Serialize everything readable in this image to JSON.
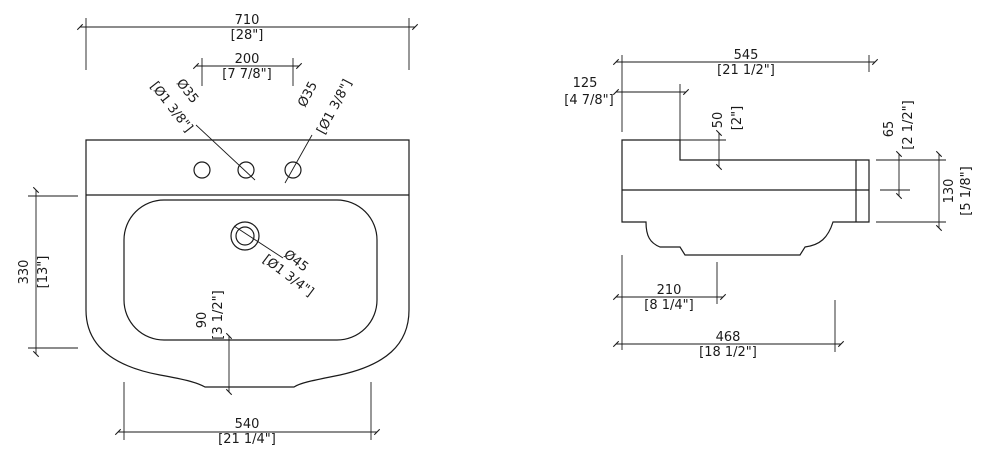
{
  "front": {
    "overall_width": {
      "mm": "710",
      "in": "[28\"]"
    },
    "tap_spacing": {
      "mm": "200",
      "in": "[7 7/8\"]"
    },
    "tap_hole_left": {
      "mm": "Ø35",
      "in": "[Ø1 3/8\"]"
    },
    "tap_hole_right": {
      "mm": "Ø35",
      "in": "[Ø1 3/8\"]"
    },
    "waste_hole": {
      "mm": "Ø45",
      "in": "[Ø1 3/4\"]"
    },
    "bowl_depth": {
      "mm": "330",
      "in": "[13\"]"
    },
    "front_lip": {
      "mm": "90",
      "in": "[3 1/2\"]"
    },
    "bowl_width": {
      "mm": "540",
      "in": "[21 1/4\"]"
    }
  },
  "side": {
    "overall_depth": {
      "mm": "545",
      "in": "[21 1/2\"]"
    },
    "back_to_tap": {
      "mm": "125",
      "in": "[4 7/8\"]"
    },
    "deck_step": {
      "mm": "50",
      "in": "[2\"]"
    },
    "rim_height": {
      "mm": "65",
      "in": "[2 1/2\"]"
    },
    "basin_height": {
      "mm": "130",
      "in": "[5 1/8\"]"
    },
    "waste_offset": {
      "mm": "210",
      "in": "[8 1/4\"]"
    },
    "projection": {
      "mm": "468",
      "in": "[18 1/2\"]"
    }
  }
}
